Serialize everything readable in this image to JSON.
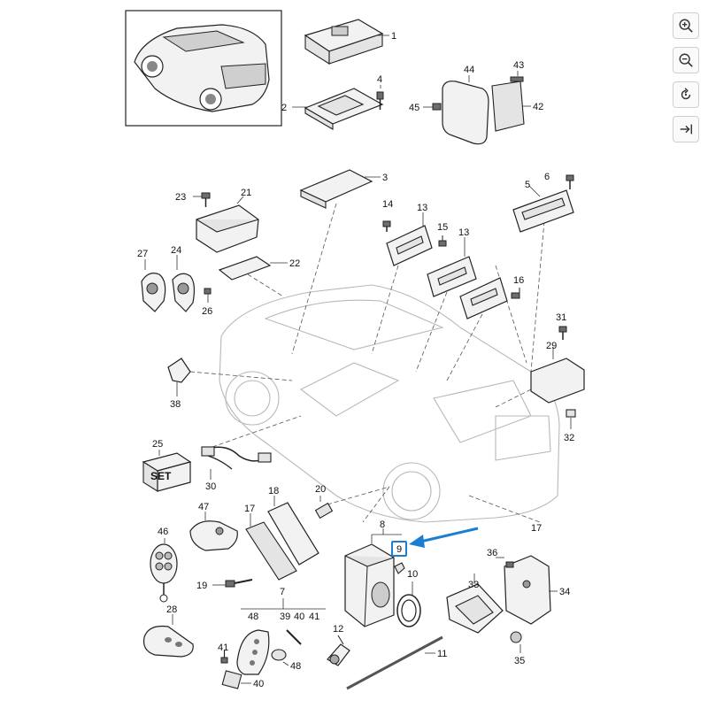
{
  "diagram": {
    "labels": {
      "p1": "1",
      "p2": "2",
      "p3": "3",
      "p4": "4",
      "p5": "5",
      "p6": "6",
      "p7": "7",
      "p8": "8",
      "p9": "9",
      "p10": "10",
      "p11": "11",
      "p12": "12",
      "p13a": "13",
      "p13b": "13",
      "p14": "14",
      "p15": "15",
      "p16": "16",
      "p17a": "17",
      "p17b": "17",
      "p18": "18",
      "p19": "19",
      "p20": "20",
      "p21": "21",
      "p22": "22",
      "p23": "23",
      "p24": "24",
      "p25": "25",
      "p26": "26",
      "p27": "27",
      "p28": "28",
      "p29": "29",
      "p30": "30",
      "p31": "31",
      "p32": "32",
      "p33": "33",
      "p34": "34",
      "p35": "35",
      "p36": "36",
      "p38": "38",
      "p40": "40",
      "p41": "41",
      "p42": "42",
      "p43": "43",
      "p44": "44",
      "p45": "45",
      "p46": "46",
      "p47": "47",
      "p48a": "48",
      "p48b": "48",
      "p39": "39",
      "p40b": "40",
      "p41b": "41"
    },
    "set_text": "SET",
    "highlight_part": "9",
    "highlight_color": "#1a7fd4"
  },
  "toolbar": {
    "zoom_in": "zoom-in-icon",
    "zoom_out": "zoom-out-icon",
    "rotate": "rotate-icon",
    "expand": "expand-icon"
  }
}
